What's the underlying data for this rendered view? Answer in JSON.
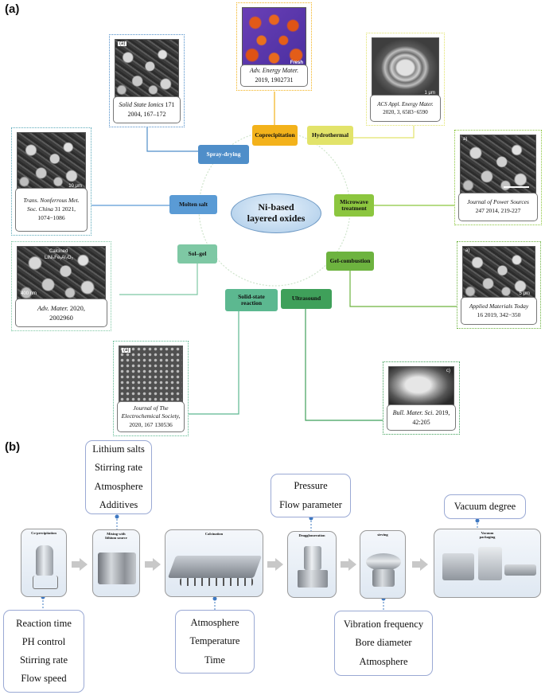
{
  "panel_a": {
    "label": "(a)",
    "center": {
      "line1": "Ni-based",
      "line2": "layered oxides"
    },
    "methods": {
      "coprecipitation": "Coprecipitation",
      "spray_drying": "Spray-drying",
      "hydrothermal": "Hydrothermal",
      "molten_salt": "Molten salt",
      "microwave_1": "Microwave",
      "microwave_2": "treatment",
      "sol_gel": "Sol–gel",
      "gel_combustion": "Gel-combustion",
      "solid_state_1": "Solid-state",
      "solid_state_2": "reaction",
      "ultrasound": "Ultrasound"
    },
    "cards": {
      "copre": {
        "j": "Adv. Energy Mater.",
        "r": "2019, 1902731",
        "imgtext": "Fresh"
      },
      "spray": {
        "j": "Solid State Ionics",
        "j_rest": " 171",
        "r": "2004, 167–172",
        "imgtext": "(a)"
      },
      "hydro": {
        "j": "ACS Appl. Energy Mater.",
        "r": "2020, 3, 6583−6590",
        "imgtext": "1 μm"
      },
      "molten": {
        "j": "Trans. Nonferrous Met.",
        "j2": "Soc. China",
        "j2_rest": " 31 2021,",
        "r": "1074−1086",
        "imgtext": "10 μm"
      },
      "micro": {
        "j": "Journal of Power Sources",
        "r": "247 2014, 219-227",
        "imgtext": "a)"
      },
      "solgel": {
        "j": "Adv. Mater.",
        "j_rest": " 2020,",
        "r": "2002960",
        "imgtext": "Calcined",
        "imgtext2": "LiNiₓFeᵧAl₂O₂",
        "scale": "400 nm"
      },
      "gelcomb": {
        "j": "Applied Materials Today",
        "r": "16 2019, 342−350",
        "imgtext": "a)",
        "scale": "5 μm"
      },
      "solid": {
        "j": "Journal of The",
        "j2": "Electrochemical Society,",
        "r": "2020, 167 130536",
        "imgtext": "(a)"
      },
      "ultra": {
        "j": "Bull. Mater. Sci.",
        "j_rest": " 2019,",
        "r": "42:205",
        "imgtext": "c)"
      }
    }
  },
  "panel_b": {
    "label": "(b)",
    "steps": {
      "copre": "Co-precipitation",
      "mixing_1": "Mixing with",
      "mixing_2": "lithium source",
      "calcination": "Calcination",
      "deagg": "Deagglomeration",
      "sieving": "sieving",
      "vacuum_1": "Vacuum",
      "vacuum_2": "packaging"
    },
    "params_mixing": [
      "Lithium salts",
      "Stirring rate",
      "Atmosphere",
      "Additives"
    ],
    "params_copre": [
      "Reaction time",
      "PH control",
      "Stirring rate",
      "Flow speed"
    ],
    "params_calcination": [
      "Atmosphere",
      "Temperature",
      "Time"
    ],
    "params_deagg": [
      "Pressure",
      "Flow parameter"
    ],
    "params_sieving": [
      "Vibration frequency",
      "Bore diameter",
      "Atmosphere"
    ],
    "params_vacuum": [
      "Vacuum degree"
    ]
  },
  "colors": {
    "coprecipitation": "#f3b21b",
    "spray_drying": "#4f8ec9",
    "hydrothermal": "#e2e36a",
    "molten_salt": "#5a9bd5",
    "microwave": "#8cc63f",
    "sol_gel": "#7ec8a4",
    "gel_combustion": "#6db33f",
    "solid_state": "#5cb890",
    "ultrasound": "#3fa05a",
    "param_border": "#9aa9d4",
    "process_arrow": "#c8c8c8"
  }
}
